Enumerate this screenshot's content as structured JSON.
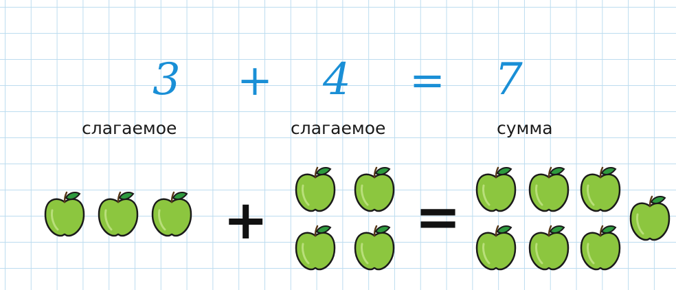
{
  "equation": {
    "addend1": "3",
    "plus": "+",
    "addend2": "4",
    "equals": "=",
    "sum": "7"
  },
  "labels": {
    "addend1": "слагаемое",
    "addend2": "слагаемое",
    "sum": "сумма"
  },
  "picture": {
    "group1_apples": 3,
    "group2_apples": 4,
    "group3_apples": 7,
    "plus": "+",
    "equals": "="
  },
  "colors": {
    "handwriting": "#1a8fd6",
    "grid": "#bcdcef",
    "apple": "#8cc63f",
    "leaf": "#2e9a3e"
  }
}
